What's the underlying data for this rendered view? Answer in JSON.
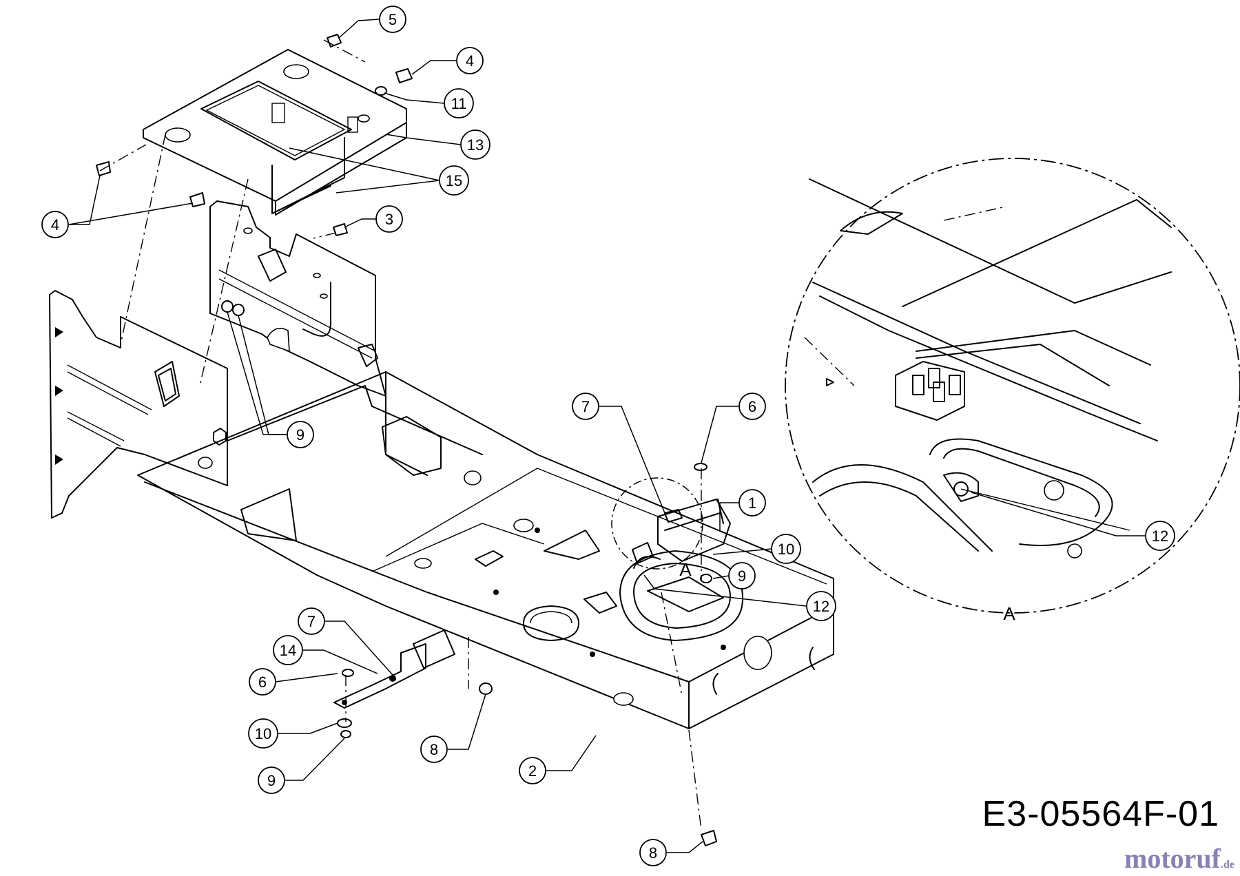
{
  "drawing": {
    "code": "E3-05564F-01",
    "brand": {
      "name": "motoruf",
      "tld": ".de"
    },
    "detail_label": "A",
    "detail_marker_label": "A"
  },
  "callouts": [
    {
      "id": "c5",
      "label": "5"
    },
    {
      "id": "c4a",
      "label": "4"
    },
    {
      "id": "c11",
      "label": "11"
    },
    {
      "id": "c13",
      "label": "13"
    },
    {
      "id": "c15",
      "label": "15"
    },
    {
      "id": "c4b",
      "label": "4"
    },
    {
      "id": "c3",
      "label": "3"
    },
    {
      "id": "c9a",
      "label": "9"
    },
    {
      "id": "c7a",
      "label": "7"
    },
    {
      "id": "c6a",
      "label": "6"
    },
    {
      "id": "c1",
      "label": "1"
    },
    {
      "id": "c10a",
      "label": "10"
    },
    {
      "id": "c9b",
      "label": "9"
    },
    {
      "id": "c12a",
      "label": "12"
    },
    {
      "id": "c12b",
      "label": "12"
    },
    {
      "id": "c7b",
      "label": "7"
    },
    {
      "id": "c14",
      "label": "14"
    },
    {
      "id": "c6b",
      "label": "6"
    },
    {
      "id": "c10b",
      "label": "10"
    },
    {
      "id": "c9c",
      "label": "9"
    },
    {
      "id": "c8a",
      "label": "8"
    },
    {
      "id": "c2",
      "label": "2"
    },
    {
      "id": "c8b",
      "label": "8"
    }
  ]
}
